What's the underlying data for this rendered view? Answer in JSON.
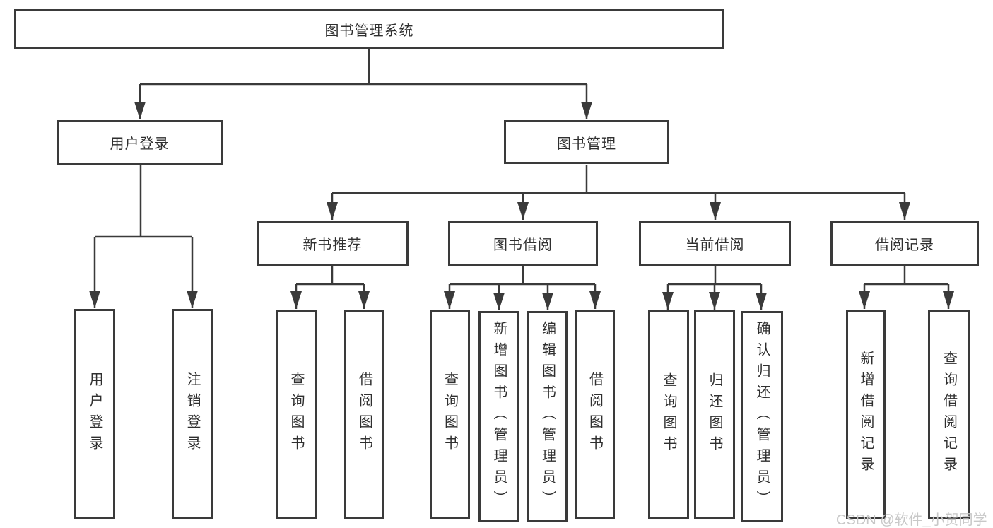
{
  "figure": {
    "type": "hierarchy-tree-diagram",
    "orientation": "top-down"
  },
  "tree": {
    "label": "图书管理系统",
    "children": [
      {
        "label": "用户登录",
        "children": [
          {
            "label": "用户登录"
          },
          {
            "label": "注销登录"
          }
        ]
      },
      {
        "label": "图书管理",
        "children": [
          {
            "label": "新书推荐",
            "children": [
              {
                "label": "查询图书"
              },
              {
                "label": "借阅图书"
              }
            ]
          },
          {
            "label": "图书借阅",
            "children": [
              {
                "label": "查询图书"
              },
              {
                "label": "新增图书（管理员）"
              },
              {
                "label": "编辑图书（管理员）"
              },
              {
                "label": "借阅图书"
              }
            ]
          },
          {
            "label": "当前借阅",
            "children": [
              {
                "label": "查询图书"
              },
              {
                "label": "归还图书"
              },
              {
                "label": "确认归还（管理员）"
              }
            ]
          },
          {
            "label": "借阅记录",
            "children": [
              {
                "label": "新增借阅记录"
              },
              {
                "label": "查询借阅记录"
              }
            ]
          }
        ]
      }
    ]
  },
  "watermark": "CSDN @软件_小贺同学",
  "colors": {
    "background": "#ffffff",
    "line": "#3a3a3a",
    "box_border": "#3a3a3a",
    "box_fill": "#ffffff",
    "text": "#2f2f2f",
    "watermark": "#c8c8c8"
  }
}
